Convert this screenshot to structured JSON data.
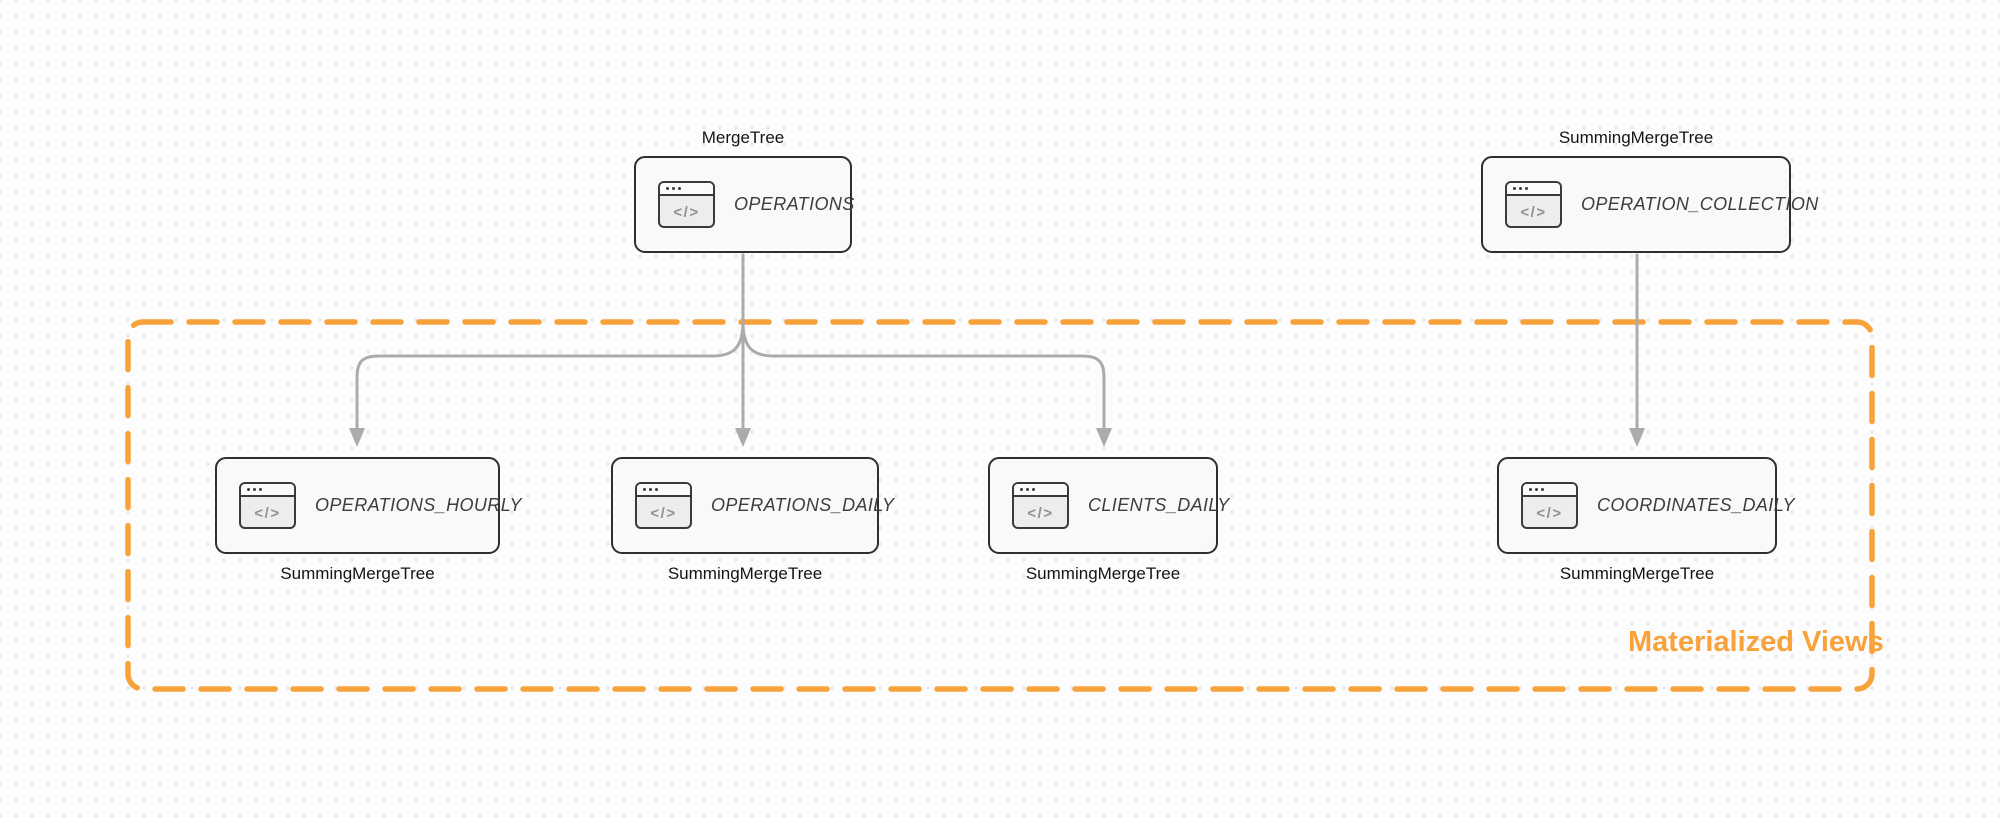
{
  "diagram": {
    "region": {
      "label": "Materialized Views"
    },
    "icon_glyph": "</>",
    "colors": {
      "accent_orange": "#f7a23b",
      "arrow_gray": "#ababab",
      "node_border": "#2f2f2f",
      "node_fill": "#f8f9f9",
      "engine_text": "#141414",
      "table_text": "#3d3d3d",
      "canvas_dot": "#e2e2e4"
    },
    "nodes": [
      {
        "id": "operations",
        "table": "OPERATIONS",
        "engine": "MergeTree",
        "engine_position": "above"
      },
      {
        "id": "operation-collection",
        "table": "OPERATION_COLLECTION",
        "engine": "SummingMergeTree",
        "engine_position": "above"
      },
      {
        "id": "operations-hourly",
        "table": "OPERATIONS_HOURLY",
        "engine": "SummingMergeTree",
        "engine_position": "below"
      },
      {
        "id": "operations-daily",
        "table": "OPERATIONS_DAILY",
        "engine": "SummingMergeTree",
        "engine_position": "below"
      },
      {
        "id": "clients-daily",
        "table": "CLIENTS_DAILY",
        "engine": "SummingMergeTree",
        "engine_position": "below"
      },
      {
        "id": "coordinates-daily",
        "table": "COORDINATES_DAILY",
        "engine": "SummingMergeTree",
        "engine_position": "below"
      }
    ],
    "edges": [
      {
        "from": "operations",
        "to": "operations-hourly"
      },
      {
        "from": "operations",
        "to": "operations-daily"
      },
      {
        "from": "operations",
        "to": "clients-daily"
      },
      {
        "from": "operation-collection",
        "to": "coordinates-daily"
      }
    ]
  }
}
